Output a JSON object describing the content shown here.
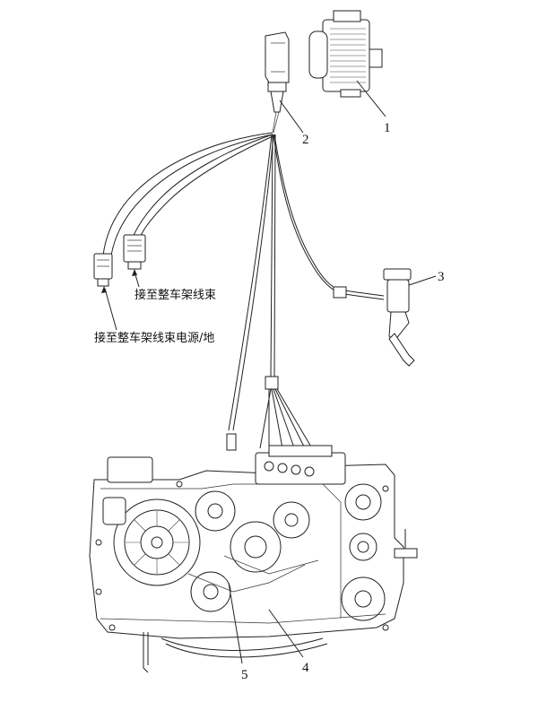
{
  "callouts": {
    "c1": "1",
    "c2": "2",
    "c3": "3",
    "c4": "4",
    "c5": "5"
  },
  "labels": {
    "frame_harness": "接至整车架线束",
    "frame_harness_power_ground": "接至整车架线束电源/地"
  }
}
